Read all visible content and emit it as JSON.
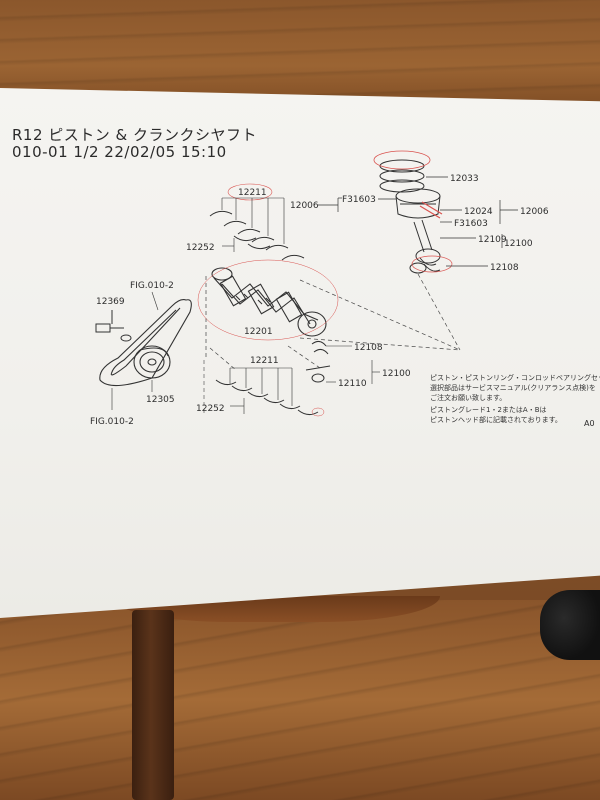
{
  "document": {
    "title": "R12 ピストン & クランクシヤフト",
    "subtitle": "010-01  1/2  22/02/05 15:10",
    "corner_label": "A0"
  },
  "part_labels": {
    "p12033": "12033",
    "p12006_left": "12006",
    "pF31603_a": "F31603",
    "p12024": "12024",
    "p12006_right": "12006",
    "pF31603_b": "F31603",
    "p12109": "12109",
    "p12100_top": "12100",
    "p12108_top": "12108",
    "p12211_top": "12211",
    "p12252_top": "12252",
    "fig_top": "FIG.010-2",
    "p12369": "12369",
    "p12201": "12201",
    "p12108_mid": "12108",
    "p12100_mid": "12100",
    "p12110": "12110",
    "p12211_bot": "12211",
    "p12252_bot": "12252",
    "p12305": "12305",
    "fig_bottom": "FIG.010-2"
  },
  "notes": [
    "ピストン・ピストンリング・コンロッドベアリングセットの",
    "選択部品はサービスマニュアル(クリアランス点検)を",
    "ご注文お願い致します。",
    "ピストングレード1・2またはA・Bは",
    "ピストンヘッド部に記載されております。"
  ],
  "colors": {
    "paper": "#f2f1ed",
    "ink": "#2e2e2e",
    "highlight": "#d9534f",
    "wood": "#8d5a2d"
  }
}
